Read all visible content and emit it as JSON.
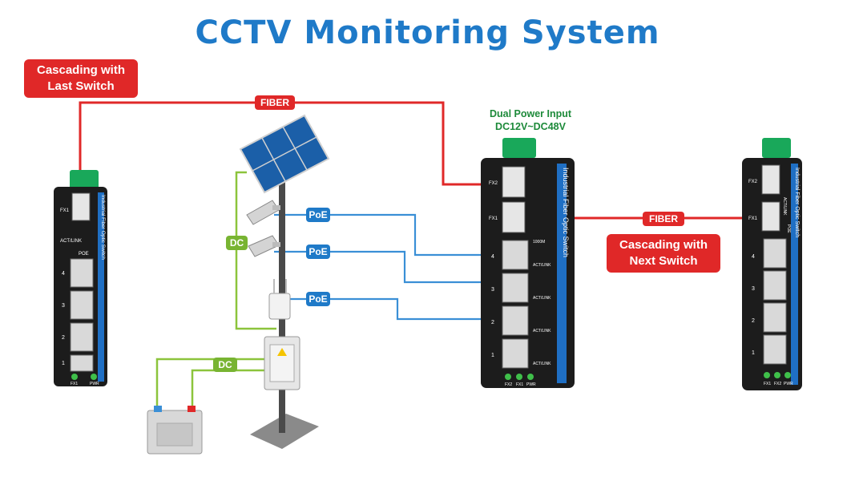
{
  "title": "CCTV Monitoring System",
  "callouts": {
    "last_switch": "Cascading with\nLast Switch",
    "next_switch": "Cascading with\nNext Switch"
  },
  "link_labels": {
    "fiber_top": "FIBER",
    "fiber_right": "FIBER",
    "dc_pole": "DC",
    "dc_battery": "DC",
    "poe_1": "PoE",
    "poe_2": "PoE",
    "poe_3": "PoE"
  },
  "power_input": {
    "line1": "Dual Power Input",
    "line2": "DC12V~DC48V"
  },
  "switch_left": {
    "side_label": "Industrial Fiber Optic Switch",
    "fx": [
      "FX1"
    ],
    "act_link": "ACT/LINK",
    "poe": "POE",
    "ports": [
      "4",
      "3",
      "2",
      "1"
    ],
    "leds": [
      "FX1",
      "PWR"
    ]
  },
  "switch_center": {
    "side_label": "Industrial Fiber Optic Switch",
    "fx": [
      "FX2",
      "FX1"
    ],
    "speed": "1000M",
    "act_link": "ACT/LINK",
    "ports": [
      "4",
      "3",
      "2",
      "1"
    ],
    "leds": [
      "FX2",
      "FX1",
      "PWR"
    ]
  },
  "switch_right": {
    "side_label": "Industrial Fiber Optic Switch",
    "fx": [
      "FX2",
      "FX1"
    ],
    "act_link": "ACT/LINK",
    "poe": "POE",
    "ports": [
      "4",
      "3",
      "2",
      "1"
    ],
    "leds": [
      "FX1",
      "FX2",
      "PWR"
    ]
  },
  "colors": {
    "title": "#1f7ac8",
    "fiber": "#e02828",
    "fiber_tag": "#e02828",
    "poe": "#3a8fd6",
    "poe_tag": "#1f7ac8",
    "dc": "#8cc43c",
    "dc_tag": "#78b432",
    "power_text": "#1d8a3a",
    "switch_body": "#1c1c1c",
    "side_stripe": "#1f6fc4"
  }
}
